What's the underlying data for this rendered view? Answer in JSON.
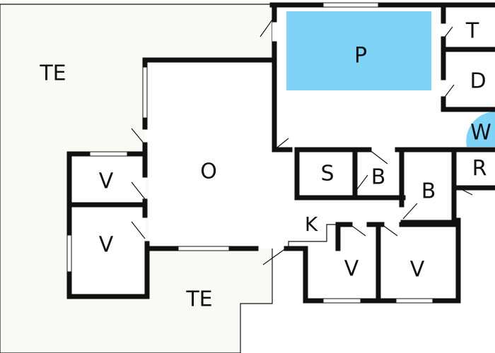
{
  "colors": {
    "background": "#ffffff",
    "terrace": "#f9f9f6",
    "pool": "#7fd3f7",
    "wall": "#111111"
  },
  "rooms": {
    "terrace_top": "TE",
    "terrace_bottom": "TE",
    "pool": "P",
    "toilet": "T",
    "shower": "D",
    "whirlpool": "W",
    "living": "O",
    "sauna": "S",
    "bath_1": "B",
    "bath_2": "B",
    "r_room": "R",
    "kitchen": "K",
    "bedroom_1": "V",
    "bedroom_2": "V",
    "bedroom_3": "V",
    "bedroom_4": "V"
  }
}
